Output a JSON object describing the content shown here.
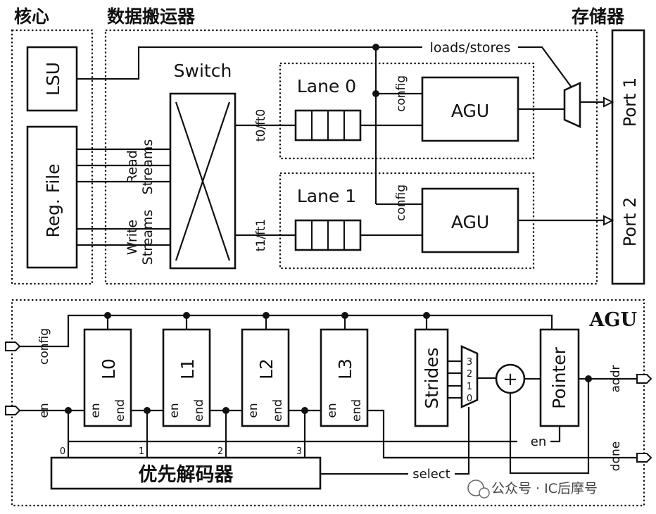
{
  "top": {
    "core_title": "核心",
    "mover_title": "数据搬运器",
    "memory_title": "存储器",
    "lsu": "LSU",
    "regfile": "Reg. File",
    "switch": "Switch",
    "read_streams": [
      "Read",
      "Streams"
    ],
    "write_streams": [
      "Write",
      "Streams"
    ],
    "loads_stores": "loads/stores",
    "lane0": "Lane 0",
    "lane1": "Lane 1",
    "config": "config",
    "agu": "AGU",
    "t0": "t0/ft0",
    "t1": "t1/ft1",
    "port1": "Port 1",
    "port2": "Port 2"
  },
  "bottom": {
    "title": "AGU",
    "config_in": "config",
    "en_in": "en",
    "loops": [
      {
        "name": "L0",
        "en": "en",
        "end": "end"
      },
      {
        "name": "L1",
        "en": "en",
        "end": "end"
      },
      {
        "name": "L2",
        "en": "en",
        "end": "end"
      },
      {
        "name": "L3",
        "en": "en",
        "end": "end"
      }
    ],
    "strides": "Strides",
    "mux_inputs": [
      "3",
      "2",
      "1",
      "0"
    ],
    "adder": "+",
    "pointer": "Pointer",
    "addr": "addr",
    "done": "done",
    "en_label": "en",
    "select": "select",
    "decoder": "优先解码器",
    "tap_labels": [
      "0",
      "1",
      "2",
      "3"
    ]
  },
  "watermark": "公众号 · IC后摩号"
}
